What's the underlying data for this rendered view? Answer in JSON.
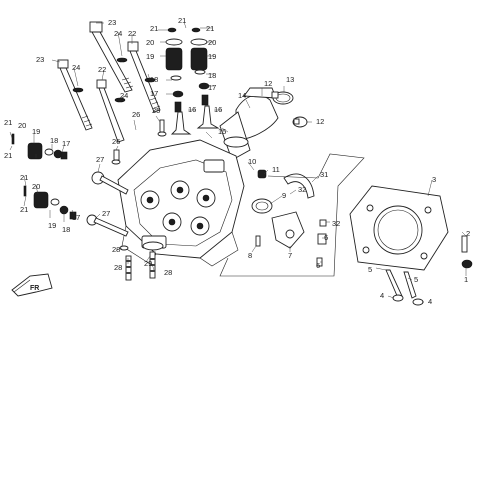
{
  "diagram": {
    "direction_badge": "FR",
    "callouts": [
      {
        "id": "c23a",
        "text": "23"
      },
      {
        "id": "c21a",
        "text": "21"
      },
      {
        "id": "c21b",
        "text": "21"
      },
      {
        "id": "c21c",
        "text": "21"
      },
      {
        "id": "c22a",
        "text": "22"
      },
      {
        "id": "c24a",
        "text": "24"
      },
      {
        "id": "c20a",
        "text": "20"
      },
      {
        "id": "c20b",
        "text": "20"
      },
      {
        "id": "c19a",
        "text": "19"
      },
      {
        "id": "c19b",
        "text": "19"
      },
      {
        "id": "c18a",
        "text": "18"
      },
      {
        "id": "c17a",
        "text": "17"
      },
      {
        "id": "c18b",
        "text": "18"
      },
      {
        "id": "c17b",
        "text": "17"
      },
      {
        "id": "c23b",
        "text": "23"
      },
      {
        "id": "c24b",
        "text": "24"
      },
      {
        "id": "c22b",
        "text": "22"
      },
      {
        "id": "c24c",
        "text": "24"
      },
      {
        "id": "c12a",
        "text": "12"
      },
      {
        "id": "c13",
        "text": "13"
      },
      {
        "id": "c14",
        "text": "14"
      },
      {
        "id": "c16a",
        "text": "16"
      },
      {
        "id": "c25",
        "text": "25"
      },
      {
        "id": "c15",
        "text": "15"
      },
      {
        "id": "c12b",
        "text": "12"
      },
      {
        "id": "c21d",
        "text": "21"
      },
      {
        "id": "c20c",
        "text": "20"
      },
      {
        "id": "c19c",
        "text": "19"
      },
      {
        "id": "c18c",
        "text": "18"
      },
      {
        "id": "c17c",
        "text": "17"
      },
      {
        "id": "c21e",
        "text": "21"
      },
      {
        "id": "c26a",
        "text": "26"
      },
      {
        "id": "c26b",
        "text": "26"
      },
      {
        "id": "c16b",
        "text": "16"
      },
      {
        "id": "c27a",
        "text": "27"
      },
      {
        "id": "c10",
        "text": "10"
      },
      {
        "id": "c11",
        "text": "11"
      },
      {
        "id": "c31",
        "text": "31"
      },
      {
        "id": "c32a",
        "text": "32"
      },
      {
        "id": "c9",
        "text": "9"
      },
      {
        "id": "c32b",
        "text": "32"
      },
      {
        "id": "c6",
        "text": "6"
      },
      {
        "id": "c7",
        "text": "7"
      },
      {
        "id": "c8",
        "text": "8"
      },
      {
        "id": "c21f",
        "text": "21"
      },
      {
        "id": "c20d",
        "text": "20"
      },
      {
        "id": "c19d",
        "text": "19"
      },
      {
        "id": "c18d",
        "text": "18"
      },
      {
        "id": "c17d",
        "text": "17"
      },
      {
        "id": "c21g",
        "text": "21"
      },
      {
        "id": "c27b",
        "text": "27"
      },
      {
        "id": "c28a",
        "text": "28"
      },
      {
        "id": "c29",
        "text": "29"
      },
      {
        "id": "c28b",
        "text": "28"
      },
      {
        "id": "c28c",
        "text": "28"
      },
      {
        "id": "c6b",
        "text": "6"
      },
      {
        "id": "c3",
        "text": "3"
      },
      {
        "id": "c2",
        "text": "2"
      },
      {
        "id": "c1",
        "text": "1"
      },
      {
        "id": "c5a",
        "text": "5"
      },
      {
        "id": "c5b",
        "text": "5"
      },
      {
        "id": "c4a",
        "text": "4"
      },
      {
        "id": "c4b",
        "text": "4"
      }
    ]
  }
}
